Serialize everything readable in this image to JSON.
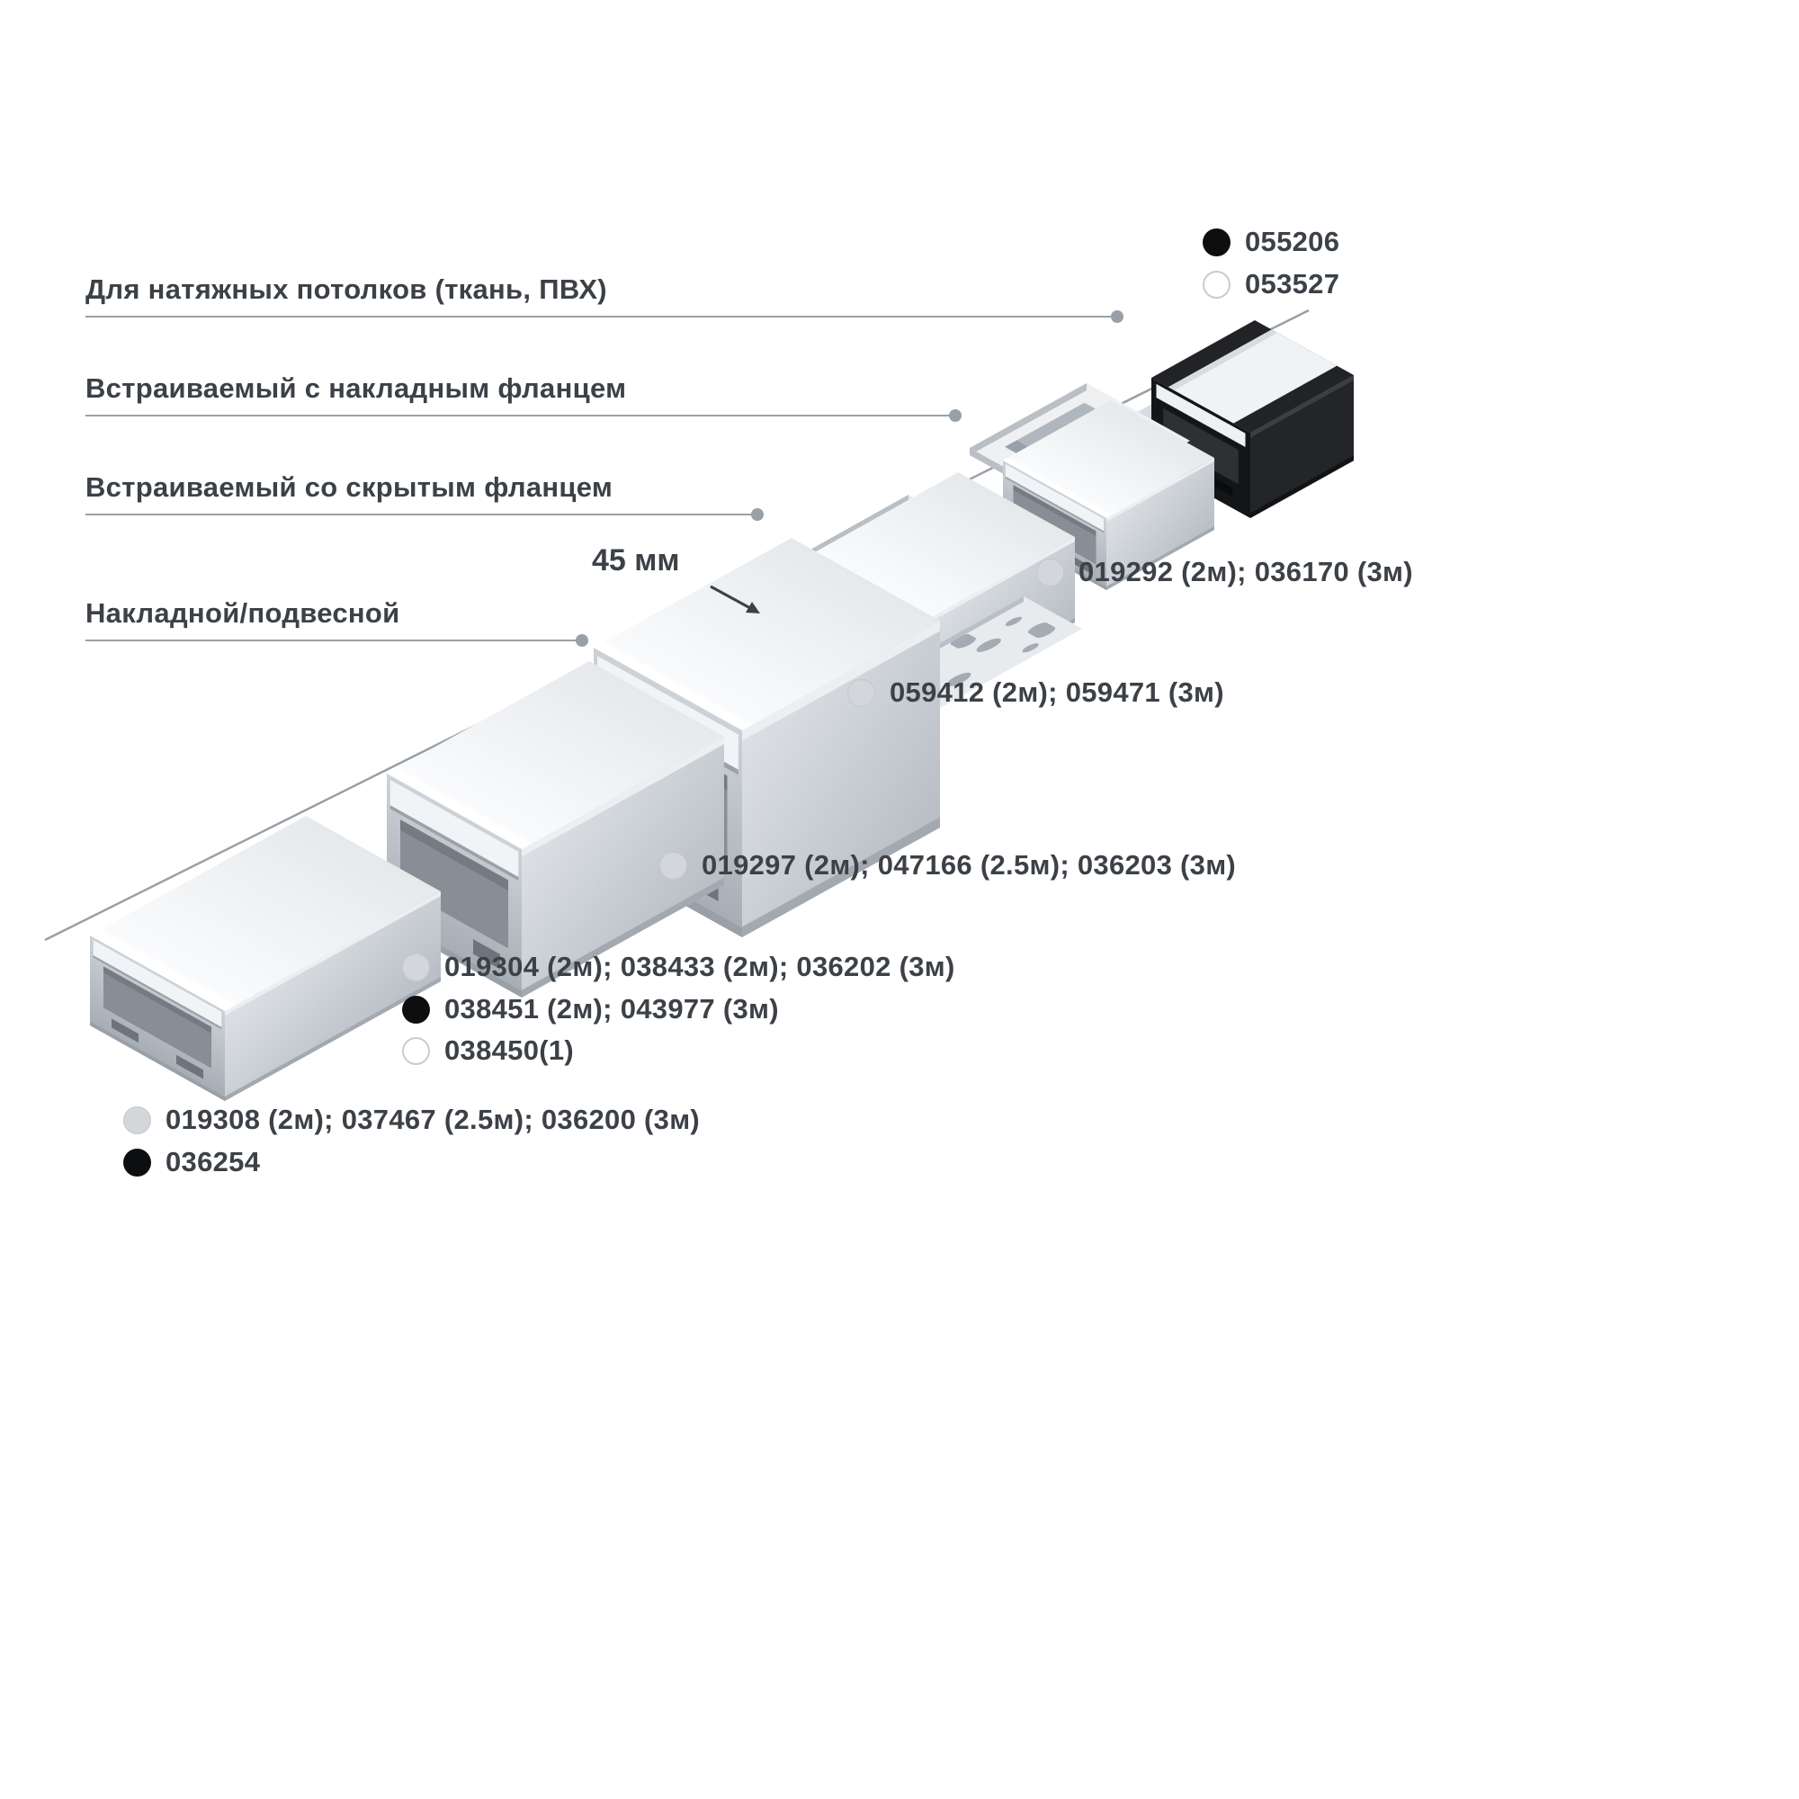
{
  "colors": {
    "text": "#3c4147",
    "callout_line": "#99a0a7",
    "dot_gray": "#d3d7db",
    "dot_black": "#0d0e10",
    "dot_white": "#ffffff"
  },
  "callouts": [
    {
      "label": "Для натяжных потолков (ткань, ПВХ)"
    },
    {
      "label": "Встраиваемый с накладным фланцем"
    },
    {
      "label": "Встраиваемый со скрытым фланцем"
    },
    {
      "label": "Накладной/подвесной"
    }
  ],
  "dimension": {
    "label": "45 мм"
  },
  "legend": {
    "stretch_ceiling": {
      "items": [
        {
          "dot": "black",
          "code": "055206"
        },
        {
          "dot": "white",
          "code": "053527"
        }
      ]
    },
    "recessed_surface_flange": {
      "items": [
        {
          "dot": "gray",
          "code": "019292 (2м); 036170 (3м)"
        }
      ]
    },
    "recessed_hidden_flange": {
      "items": [
        {
          "dot": "gray",
          "code": "059412 (2м); 059471 (3м)"
        }
      ]
    },
    "surface_square_45": {
      "items": [
        {
          "dot": "gray",
          "code": "019297 (2м); 047166 (2.5м); 036203 (3м)"
        }
      ]
    },
    "surface_medium": {
      "items": [
        {
          "dot": "gray",
          "code": "019304 (2м); 038433 (2м); 036202 (3м)"
        },
        {
          "dot": "black",
          "code": "038451 (2м); 043977 (3м)"
        },
        {
          "dot": "white",
          "code": "038450(1)"
        }
      ]
    },
    "surface_low": {
      "items": [
        {
          "dot": "gray",
          "code": "019308 (2м); 037467 (2.5м); 036200 (3м)"
        },
        {
          "dot": "black",
          "code": "036254"
        }
      ]
    }
  },
  "illustrations": [
    {
      "name": "profile-surface-low-icon"
    },
    {
      "name": "profile-surface-medium-icon"
    },
    {
      "name": "profile-surface-square-45mm-icon"
    },
    {
      "name": "profile-recessed-hidden-flange-icon"
    },
    {
      "name": "profile-recessed-surface-flange-icon"
    },
    {
      "name": "profile-stretch-ceiling-black-icon"
    }
  ]
}
